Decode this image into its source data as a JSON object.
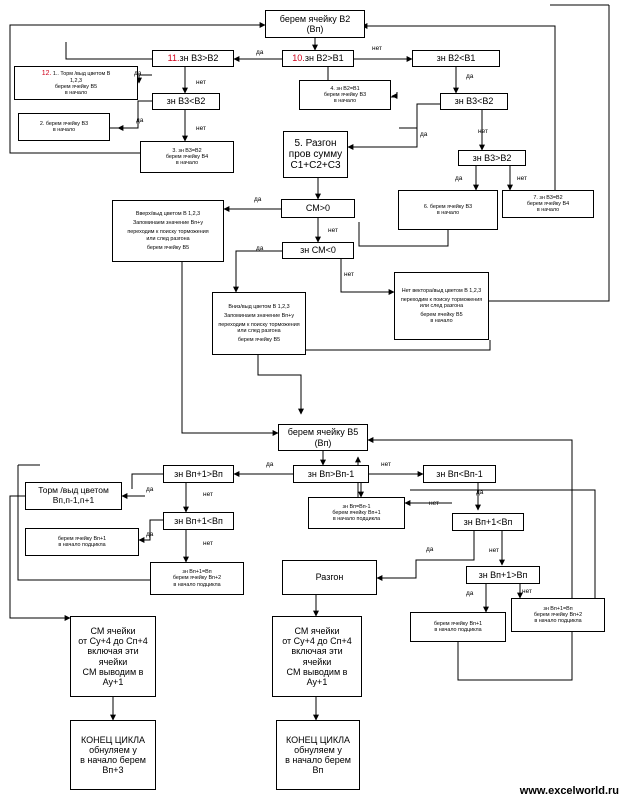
{
  "nodes": {
    "n_b2": [
      "берем ячейку В2",
      "(Вп)"
    ],
    "n_b2b1_num": "10.",
    "n_b2b1": " зн В2>В1",
    "n_b3b2_11_num": "11.",
    "n_b3b2_11": " зн В3>В2",
    "n_b2lt": "зн В2<В1",
    "n_12_num": "12.",
    "n_12": [
      " 1.. Торм /выд цветом В",
      "1,2,3",
      "берем ячейку В5",
      "в начало"
    ],
    "n_4": [
      "4. зн В2=В1",
      "берем ячейку В3",
      "в начало"
    ],
    "n_b3lt_left": "зн В3<В2",
    "n_b3lt_right": "зн В3<В2",
    "n_2": [
      "2. берем ячейку В3",
      "в начало"
    ],
    "n_3": [
      "3. зн В3=В2",
      "берем ячейку В4",
      "в начало"
    ],
    "n_5": [
      "5. Разгон",
      "пров сумму",
      "С1+С2+С3"
    ],
    "n_b3gt_right": "зн В3>В2",
    "n_6": [
      "6. берем ячейку В3",
      "в начало"
    ],
    "n_7": [
      "7. зн В3=В2",
      "берем ячейку В4",
      "в начало"
    ],
    "n_up": [
      "Вверх/выд цветом В 1,2,3",
      "",
      "Запоминаем значение Вп+у",
      "",
      "переходим к поиску торможения",
      "или след разгона",
      "",
      "берем ячейку В5"
    ],
    "n_cmgt": "СМ>0",
    "n_cmlt": "зн СМ<0",
    "n_down": [
      "Вниз/выд цветом В 1,2,3",
      "",
      "Запоминаем  значение Вп+у",
      "",
      "переходим к поиску торможения",
      "или след разгона",
      "",
      "берем ячейку В5"
    ],
    "n_novec": [
      "Нет вектора/выд цветом В 1,2,3",
      "",
      "переходим к поиску торможения",
      "или след разгона",
      "",
      "берем ячейку В5",
      "в начало"
    ],
    "n_b5": [
      "берем ячейку В5",
      "(Вп)"
    ],
    "n_bn1gt": "зн Вп+1>Вп",
    "n_bngt": "зн Вп>Вп-1",
    "n_bnlt": "зн Вп<Вп-1",
    "n_torm": [
      "Торм /выд цветом",
      "Вп,п-1,п+1"
    ],
    "n_bneq": [
      "зн Вп=Вп-1",
      "берем ячейку Вп+1",
      "в начало подцикла"
    ],
    "n_bn1lt_left": "зн Вп+1<Вп",
    "n_bn1lt_right": "зн Вп+1<Вп",
    "n_take_left": [
      "берем ячейку Вп+1",
      "в начало подцикла"
    ],
    "n_eq_left": [
      "зн Вп+1=Вп",
      "берем ячейку Вп+2",
      "в начало подцикла"
    ],
    "n_razgon": "Разгон",
    "n_bn1gt_right": "зн Вп+1>Вп",
    "n_take_right": [
      "берем ячейку Вп+1",
      "в начало подцикла"
    ],
    "n_eq_right": [
      "зн Вп+1=Вп",
      "берем ячейку Вп+2",
      "в начало подцикла"
    ],
    "n_sum_left": [
      "СМ ячейки",
      "от Су+4 до Сп+4",
      "включая  эти",
      "ячейки",
      "СМ выводим в",
      "Ау+1"
    ],
    "n_sum_right": [
      "СМ ячейки",
      "от Су+4 до Сп+4",
      "включая  эти",
      "ячейки",
      "СМ выводим в",
      "Ау+1"
    ],
    "n_end_left": [
      "КОНЕЦ ЦИКЛА",
      "обнуляем у",
      "в начало берем",
      "Вп+3"
    ],
    "n_end_right": [
      "КОНЕЦ ЦИКЛА",
      "обнуляем у",
      "в начало берем",
      "Вп"
    ]
  },
  "edge_labels": {
    "yes": "да",
    "no": "нет"
  },
  "watermark": "www.excelworld.ru"
}
